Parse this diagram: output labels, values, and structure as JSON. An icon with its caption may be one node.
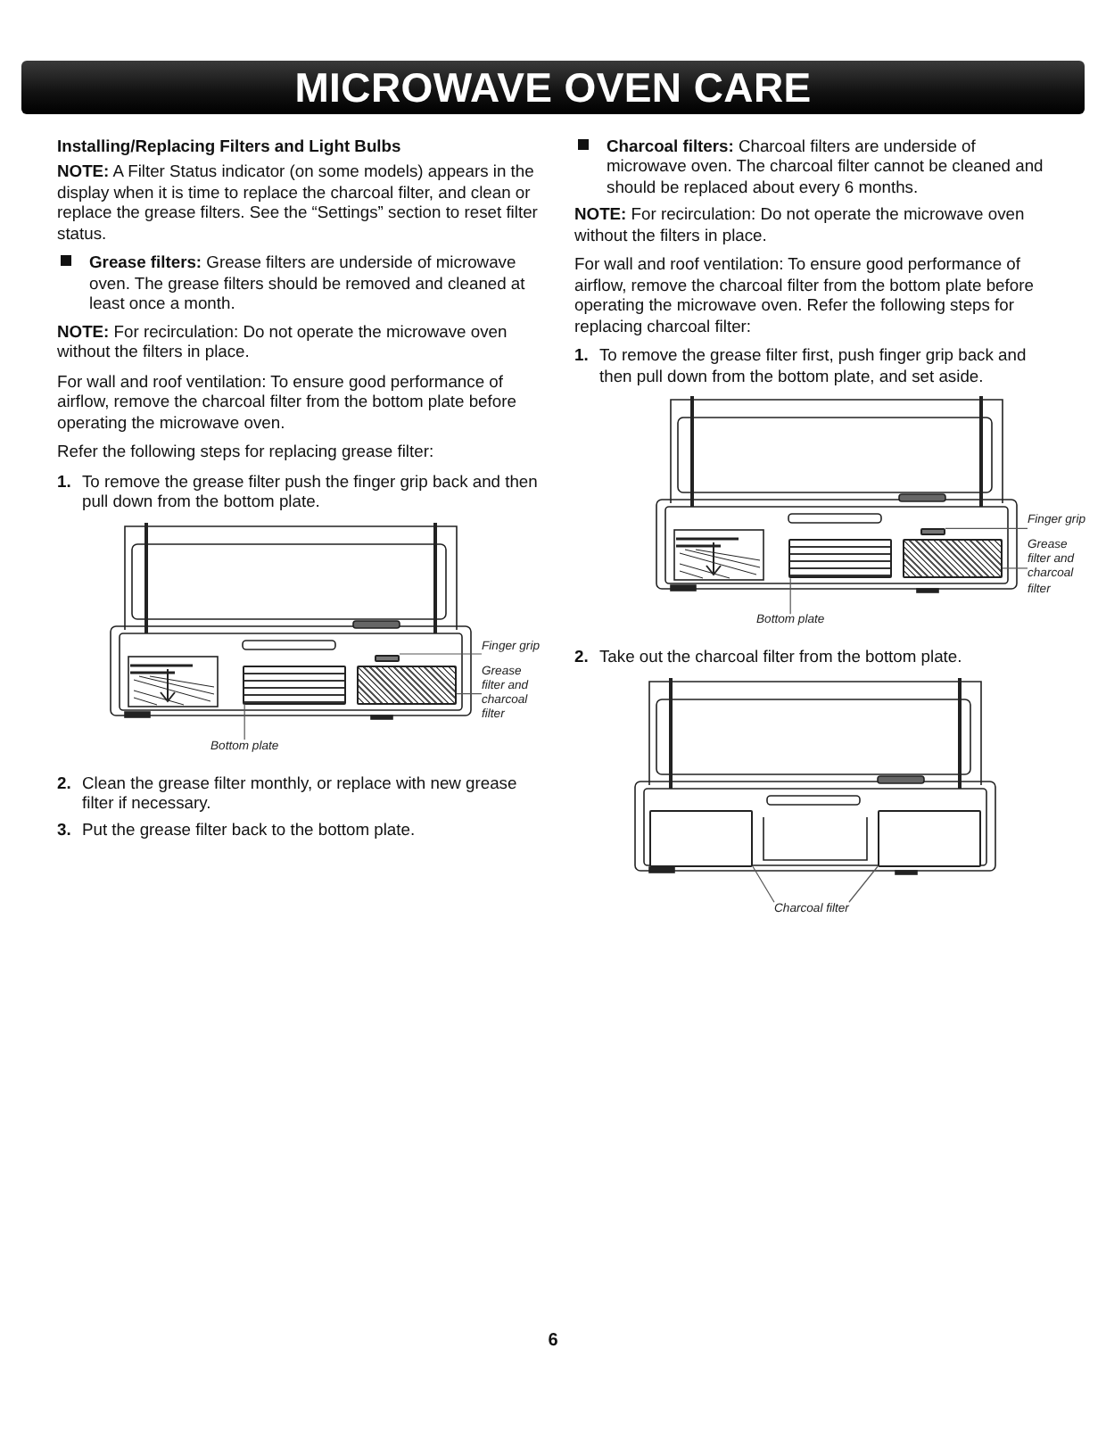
{
  "diagram": {
    "title": "MICROWAVE OVEN CARE",
    "nodes": [
      {
        "text": [
          "Finger grip"
        ]
      },
      {
        "text": [
          "Grease filter and charcoal filter"
        ]
      },
      {
        "text": [
          "Bottom plate"
        ]
      },
      {
        "text": [],
        "shape": "box"
      },
      {
        "text": [],
        "shape": "box"
      },
      {
        "text": [],
        "shape": "box"
      },
      {
        "text": [
          "Finger grip"
        ]
      },
      {
        "text": [
          "Grease filter and charcoal filter"
        ]
      },
      {
        "text": [
          "Bottom plate"
        ]
      },
      {
        "text": [],
        "shape": "box"
      },
      {
        "text": [],
        "shape": "box"
      },
      {
        "text": [],
        "shape": "box"
      },
      {
        "text": [
          "Charcoal filter"
        ]
      },
      {
        "text": [],
        "shape": "box"
      },
      {
        "text": [],
        "shape": "box"
      }
    ],
    "edges": [
      {
        "from": 0,
        "to": 3,
        "arrow": "none"
      },
      {
        "from": 1,
        "to": 4,
        "arrow": "none"
      },
      {
        "from": 2,
        "to": 5,
        "arrow": "none"
      },
      {
        "from": 6,
        "to": 9,
        "arrow": "none"
      },
      {
        "from": 7,
        "to": 10,
        "arrow": "none"
      },
      {
        "from": 8,
        "to": 11,
        "arrow": "none"
      },
      {
        "from": 12,
        "to": 13,
        "arrow": "none"
      },
      {
        "from": 12,
        "to": 14,
        "arrow": "none"
      }
    ],
    "labels": [
      "Installing/Replacing Filters and Light Bulbs",
      "**NOTE:** A Filter Status indicator (on some models) appears in the display when it is time to replace the charcoal filter, and clean or replace the grease filters. See the “Settings” section to reset filter status.",
      "**Grease filters:** Grease filters are underside of microwave oven. The grease filters should be removed and cleaned at least once a month.",
      "**NOTE:** For recirculation: Do not operate the microwave oven without the filters in place.",
      "For wall and roof ventilation: To ensure good performance of airflow, remove the charcoal filter from the bottom plate before operating the microwave oven.",
      "Refer the following steps for replacing grease filter:",
      "1.",
      "To remove the grease filter push the finger grip back and then pull down from the bottom plate.",
      "2.",
      "Clean the grease filter monthly, or replace with new grease filter if necessary.",
      "3.",
      "Put the grease filter back to the bottom plate.",
      "**Charcoal filters:** Charcoal filters are underside of microwave oven. The charcoal filter cannot be cleaned and should be replaced about every 6 months.",
      "**NOTE:** For recirculation: Do not operate the microwave oven without the filters in place.",
      "For wall and roof ventilation: To ensure good performance of airflow, remove the charcoal filter from the bottom plate before operating the microwave oven. Refer the following steps for replacing charcoal filter:",
      "1.",
      "To remove the grease filter first, push finger grip back and then pull down from the bottom plate, and set aside.",
      "2.",
      "Take out the charcoal filter from the bottom plate.",
      "6"
    ]
  }
}
